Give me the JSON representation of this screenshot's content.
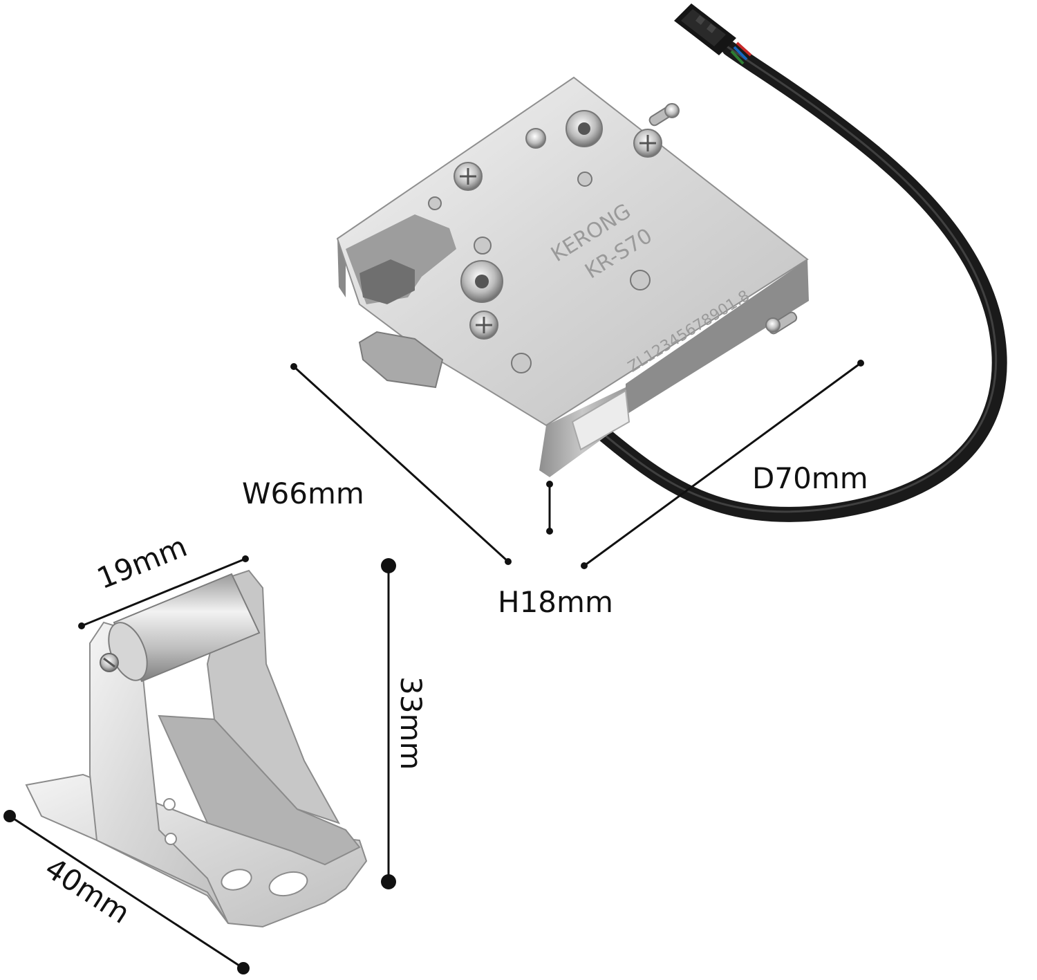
{
  "lock": {
    "brand_engraving": "KERONG",
    "model_engraving": "KR-S70",
    "serial_engraving": "ZL12345678901.8",
    "dimensions": {
      "width": "W66mm",
      "depth": "D70mm",
      "height": "H18mm"
    }
  },
  "strike_plate": {
    "dimensions": {
      "width": "19mm",
      "height": "33mm",
      "length": "40mm"
    }
  },
  "colors": {
    "metal_light": "#e6e6e6",
    "metal_mid": "#b9b9b9",
    "metal_dark": "#7a7a7a",
    "cable": "#1a1a1a",
    "dimension_line": "#111111",
    "background": "#ffffff"
  }
}
